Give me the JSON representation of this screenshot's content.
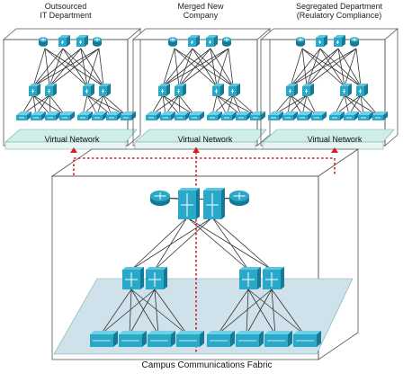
{
  "colors": {
    "box_line": "#555555",
    "floor_teal": "#cfeee7",
    "floor_blue": "#cfe2ec",
    "device": "#2aa8c8",
    "device_dark": "#167a96",
    "link": "#333333",
    "dotted": "#d22020"
  },
  "virtual_networks": [
    {
      "title_line1": "Outsourced",
      "title_line2": "IT Department",
      "floor_label": "Virtual Network"
    },
    {
      "title_line1": "Merged New",
      "title_line2": "Company",
      "floor_label": "Virtual Network"
    },
    {
      "title_line1": "Segregated Department",
      "title_line2": "(Reulatory Compliance)",
      "floor_label": "Virtual Network"
    }
  ],
  "campus": {
    "floor_label": "Campus Communications Fabric"
  },
  "icons": {
    "router": "router-icon",
    "core_switch": "core-switch-icon",
    "distribution_switch": "distribution-switch-icon",
    "access_switch": "access-switch-icon"
  }
}
